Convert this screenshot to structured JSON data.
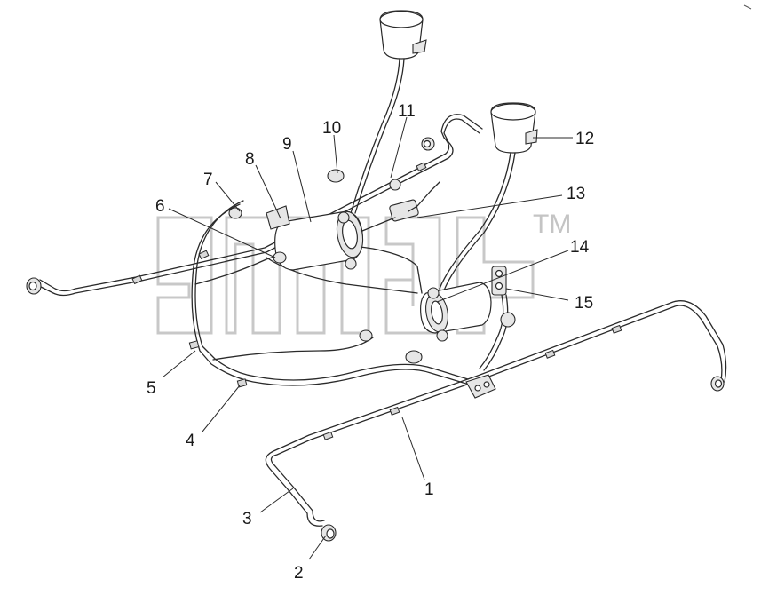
{
  "diagram": {
    "callouts": [
      {
        "id": "1",
        "label": "1"
      },
      {
        "id": "2",
        "label": "2"
      },
      {
        "id": "3",
        "label": "3"
      },
      {
        "id": "4",
        "label": "4"
      },
      {
        "id": "5",
        "label": "5"
      },
      {
        "id": "6",
        "label": "6"
      },
      {
        "id": "7",
        "label": "7"
      },
      {
        "id": "8",
        "label": "8"
      },
      {
        "id": "9",
        "label": "9"
      },
      {
        "id": "10",
        "label": "10"
      },
      {
        "id": "11",
        "label": "11"
      },
      {
        "id": "12",
        "label": "12"
      },
      {
        "id": "13",
        "label": "13"
      },
      {
        "id": "14",
        "label": "14"
      },
      {
        "id": "15",
        "label": "15"
      }
    ],
    "watermark": {
      "mark": "TM"
    }
  }
}
